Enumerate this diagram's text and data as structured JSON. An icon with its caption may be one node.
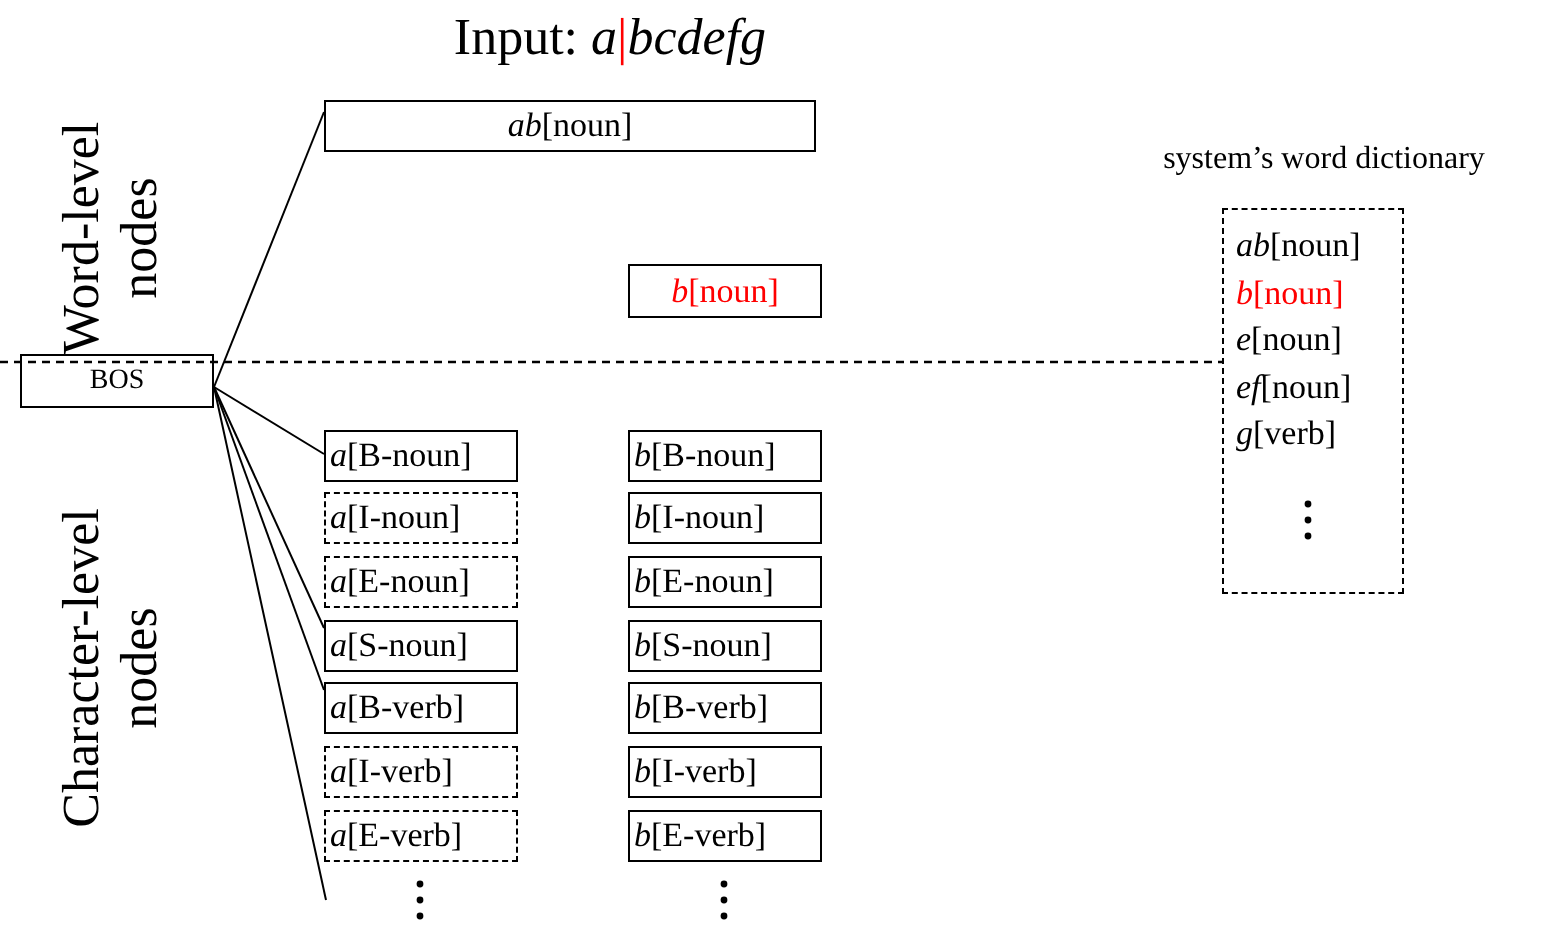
{
  "diagram": {
    "title": "Input:  *a*|*bcdefg*",
    "nodes": [
      {
        "text": [
          "BOS"
        ]
      },
      {
        "text": [
          "*ab*[noun]"
        ]
      },
      {
        "text": [
          "*b*[noun]"
        ]
      },
      {
        "text": [
          "*a*[B-noun]"
        ]
      },
      {
        "text": [
          "*a*[I-noun]"
        ]
      },
      {
        "text": [
          "*a*[E-noun]"
        ]
      },
      {
        "text": [
          "*a*[S-noun]"
        ]
      },
      {
        "text": [
          "*a*[B-verb]"
        ]
      },
      {
        "text": [
          "*a*[I-verb]"
        ]
      },
      {
        "text": [
          "*a*[E-verb]"
        ]
      },
      {
        "text": [
          "*b*[B-noun]"
        ]
      },
      {
        "text": [
          "*b*[I-noun]"
        ]
      },
      {
        "text": [
          "*b*[E-noun]"
        ]
      },
      {
        "text": [
          "*b*[S-noun]"
        ]
      },
      {
        "text": [
          "*b*[B-verb]"
        ]
      },
      {
        "text": [
          "*b*[I-verb]"
        ]
      },
      {
        "text": [
          "*b*[E-verb]"
        ]
      },
      {
        "text": [
          "system’s word dictionary",
          "*ab*[noun]",
          "*b*[noun]",
          "*e*[noun]",
          "*ef*[noun]",
          "*g*[verb]"
        ]
      }
    ],
    "edges": [
      {
        "from": 0,
        "to": 1,
        "arrow": "none"
      },
      {
        "from": 0,
        "to": 3,
        "arrow": "none"
      },
      {
        "from": 0,
        "to": 6,
        "arrow": "none"
      },
      {
        "from": 0,
        "to": 7,
        "arrow": "none"
      },
      {
        "from": 0,
        "to": null,
        "arrow": "none"
      }
    ],
    "labels": [
      "Word-level nodes",
      "Character-level nodes"
    ]
  }
}
